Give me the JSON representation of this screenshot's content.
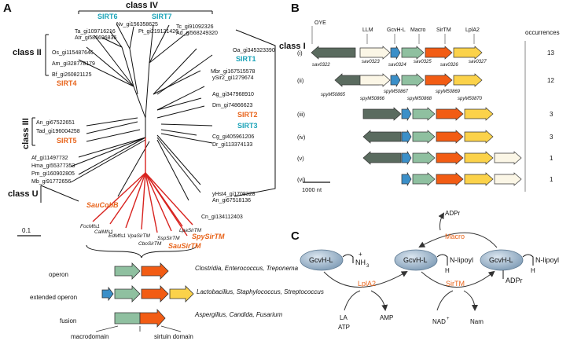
{
  "panels": {
    "a": "A",
    "b": "B",
    "c": "C"
  },
  "tree": {
    "class_labels": {
      "class_iv": "class IV",
      "class_i": "class I",
      "class_ii": "class II",
      "class_iii": "class III",
      "class_u": "class U"
    },
    "sirt_labels": {
      "sirt6": "SIRT6",
      "sirt7": "SIRT7",
      "sirt1": "SIRT1",
      "sirt2": "SIRT2",
      "sirt3": "SIRT3",
      "sirt4": "SIRT4",
      "sirt5": "SIRT5",
      "saucobb": "SauCobB"
    },
    "leaves": {
      "nv": "Nv_gi156358625",
      "ta": "Ta_gi109716216",
      "atr": "Atr_gi586696836",
      "pt": "Pt_gi219121426",
      "tc": "Tc_gi91092326",
      "ad": "Ad_gi568249320",
      "os": "Os_gi115487646",
      "am": "Am_gi328778179",
      "bf": "Bf_gi260821125",
      "oa": "Oa_gi345323390",
      "mbr": "Mbr_gi167515578",
      "ysir2": "ySir2_gi1279674",
      "ag": "Ag_gi347968910",
      "dm": "Dm_gi74866623",
      "cg": "Cg_gi405961206",
      "dr": "Dr_gi113374133",
      "an1": "An_gi67522651",
      "tad": "Tad_gi196004258",
      "af": "Af_gi11497732",
      "hma": "Hma_gi55377353",
      "pm": "Pm_gi160902805",
      "mb": "Mb_gi91772656",
      "yhst4": "yHst4_gi1708328",
      "an2": "An_gi67518136",
      "cn": "Cn_gi134112403"
    },
    "mfs": {
      "foc": "FocMfs1",
      "cal": "CalMfs1",
      "ed": "EdMfs1",
      "vpa": "VpaSirTM",
      "cbo": "CboSirTM",
      "ssp": "SspSirTM",
      "lpa": "LpaSirTM"
    },
    "spy": "SpySirTM",
    "sau": "SauSirTM",
    "scale": "0.1"
  },
  "operons": {
    "rows": [
      {
        "label": "operon",
        "species": "Clostridia, Enterococcus, Treponema"
      },
      {
        "label": "extended operon",
        "species": "Lactobacillus, Staphylococcus, Streptococcus"
      },
      {
        "label": "fusion",
        "species": "Aspergillus, Candida, Fusarium"
      }
    ],
    "macrodomain": "macrodomain",
    "sirtuin_domain": "sirtuin domain"
  },
  "gene_map": {
    "headers": [
      "OYE",
      "LLM",
      "GcvH-L",
      "Macro",
      "SirTM",
      "LplA2"
    ],
    "occurrences_label": "occurrences",
    "rows": [
      {
        "roman": "(i)",
        "count": "13",
        "genes": [
          "sav0322",
          "sav0323",
          "sav0324",
          "sav0325",
          "sav0326",
          "sav0327"
        ]
      },
      {
        "roman": "(ii)",
        "count": "12",
        "genes": [
          "spyM50865",
          "spyM50866",
          "spyM50867",
          "spyM50868",
          "spyM50869",
          "spyM50870"
        ]
      },
      {
        "roman": "(iii)",
        "count": "3"
      },
      {
        "roman": "(iv)",
        "count": "3"
      },
      {
        "roman": "(v)",
        "count": "1"
      },
      {
        "roman": "(vi)",
        "count": "1"
      }
    ],
    "scale": "1000 nt"
  },
  "pathway": {
    "gcvh": "GcvH-L",
    "nh3": "NH",
    "nh3_sub": "3",
    "plus": "+",
    "lipoyl": "N-lipoyl",
    "h": "H",
    "adpr": "ADPr",
    "adpr_top": "ADPr",
    "macro": "Macro",
    "lpla2": "LplA2",
    "sirtm": "SirTM",
    "la": "LA",
    "atp": "ATP",
    "amp": "AMP",
    "nad": "NAD",
    "nad_sup": "+",
    "nam": "Nam"
  },
  "colors": {
    "cyan": "#1aa3b8",
    "orange": "#e8641b",
    "red": "#d8231f",
    "oye": "#5a6b5f",
    "llm": "#fbf6e6",
    "gcvh": "#3b8fc8",
    "macro": "#8fc0a0",
    "sirtm": "#f25c14",
    "lpla2": "#fbd24a"
  }
}
